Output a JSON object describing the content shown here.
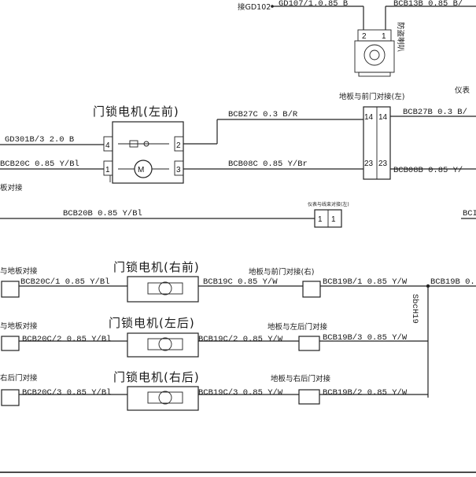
{
  "diagram": {
    "top": {
      "ground_label": "接GD102",
      "wire_gd107": "GD107/1.0.85 B",
      "wire_bcb13b": "BCB13B 0.85 B/",
      "speaker_vertical_label": "防盗喇叭",
      "speaker_pins": [
        "2",
        "1"
      ]
    },
    "left_front": {
      "title": "门锁电机(左前)",
      "wire_gd301b": "GD301B/3 2.0 B",
      "wire_bcb20c": "BCB20C 0.85 Y/Bl",
      "left_connector_label": "板对接",
      "pins_left": [
        "4",
        "1"
      ],
      "pins_right": [
        "2",
        "3"
      ],
      "wire_bcb27c": "BCB27C 0.3 B/R",
      "wire_bcb08c": "BCB08C 0.85 Y/Br",
      "connector_label": "地板与前门对接(左)",
      "connector_pins": [
        "14",
        "14",
        "23",
        "23"
      ],
      "wire_bcb27b": "BCB27B 0.3 B/",
      "wire_bcb08b": "BCB08B 0.85 Y/",
      "instrument_label": "仪表"
    },
    "middle": {
      "wire_bcb20b": "BCB20B 0.85 Y/Bl",
      "connector_small_label": "仪表与线束对接(左)",
      "connector_pins": [
        "1",
        "1"
      ],
      "wire_right_stub": "BCI"
    },
    "right_front": {
      "title": "门锁电机(右前)",
      "left_label": "与地板对接",
      "wire_left": "BCB20C/1 0.85 Y/Bl",
      "wire_mid": "BCB19C 0.85 Y/W",
      "connector_label": "地板与前门对接(右)",
      "wire_right": "BCB19B/1 0.85 Y/W",
      "wire_far": "BCB19B 0."
    },
    "splice": {
      "label": "SbcH19"
    },
    "left_rear": {
      "title": "门锁电机(左后)",
      "left_label": "与地板对接",
      "wire_left": "BCB20C/2 0.85 Y/Bl",
      "wire_mid": "BCB19C/2 0.85 Y/W",
      "connector_label": "地板与左后门对接",
      "wire_right": "BCB19B/3 0.85 Y/W"
    },
    "right_rear": {
      "title": "门锁电机(右后)",
      "left_label": "右后门对接",
      "wire_left": "BCB20C/3 0.85 Y/Bl",
      "wire_mid": "BCB19C/3 0.85 Y/W",
      "connector_label": "地板与右后门对接",
      "wire_right": "BCB19B/2 0.85 Y/W"
    }
  }
}
